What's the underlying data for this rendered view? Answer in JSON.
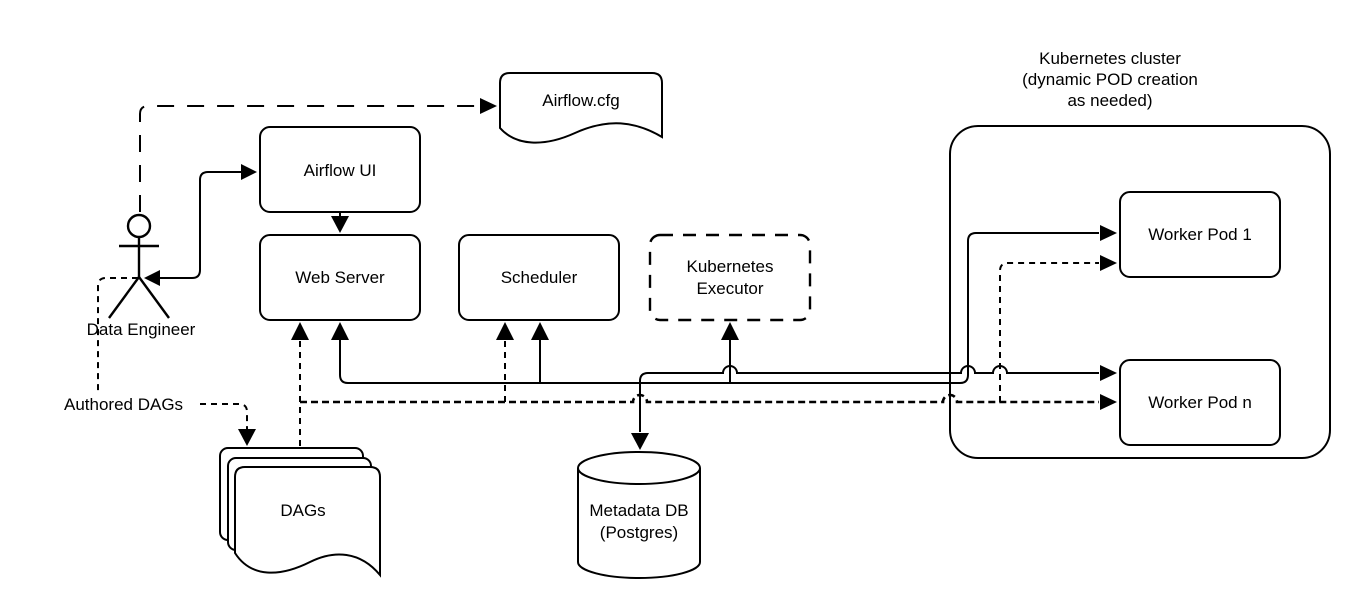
{
  "diagram": {
    "background": "#ffffff",
    "stroke_color": "#000000",
    "nodes": {
      "data_engineer": {
        "label": "Data Engineer",
        "type": "actor"
      },
      "airflow_cfg": {
        "label": "Airflow.cfg",
        "type": "document"
      },
      "airflow_ui": {
        "label": "Airflow UI",
        "type": "box"
      },
      "web_server": {
        "label": "Web Server",
        "type": "box"
      },
      "scheduler": {
        "label": "Scheduler",
        "type": "box"
      },
      "kubernetes_executor": {
        "lines": [
          "Kubernetes",
          "Executor"
        ],
        "type": "dashed-box"
      },
      "kubernetes_cluster": {
        "lines": [
          "Kubernetes cluster",
          "(dynamic POD creation",
          "as needed)"
        ],
        "type": "container"
      },
      "worker_pod_1": {
        "label": "Worker Pod 1",
        "type": "box"
      },
      "worker_pod_n": {
        "label": "Worker Pod n",
        "type": "box"
      },
      "dags": {
        "label": "DAGs",
        "type": "document-stack"
      },
      "metadata_db": {
        "lines": [
          "Metadata DB",
          "(Postgres)"
        ],
        "type": "cylinder"
      }
    },
    "edges": [
      {
        "from": "Data Engineer",
        "to": "Airflow UI",
        "style": "solid",
        "arrows": "both"
      },
      {
        "from": "Airflow UI",
        "to": "Web Server",
        "style": "solid",
        "arrows": "end"
      },
      {
        "from": "Data Engineer",
        "to": "Airflow.cfg",
        "style": "dashed",
        "arrows": "end"
      },
      {
        "from": "Data Engineer",
        "to": "DAGs",
        "style": "dashed",
        "arrows": "end",
        "label": "Authored DAGs"
      },
      {
        "from": "DAGs",
        "to": "Web Server",
        "style": "dashed",
        "arrows": "end"
      },
      {
        "from": "DAGs",
        "to": "Scheduler",
        "style": "dashed",
        "arrows": "end"
      },
      {
        "from": "DAGs",
        "to": "Worker Pod 1",
        "style": "dashed",
        "arrows": "end"
      },
      {
        "from": "DAGs",
        "to": "Worker Pod n",
        "style": "dashed",
        "arrows": "end"
      },
      {
        "from": "solid bus",
        "to": "Web Server, Scheduler, Kubernetes Executor, Worker Pod 1",
        "style": "solid",
        "arrows": "end"
      },
      {
        "from": "Worker Pod n",
        "to": "Metadata DB",
        "style": "solid",
        "arrows": "both"
      }
    ]
  }
}
